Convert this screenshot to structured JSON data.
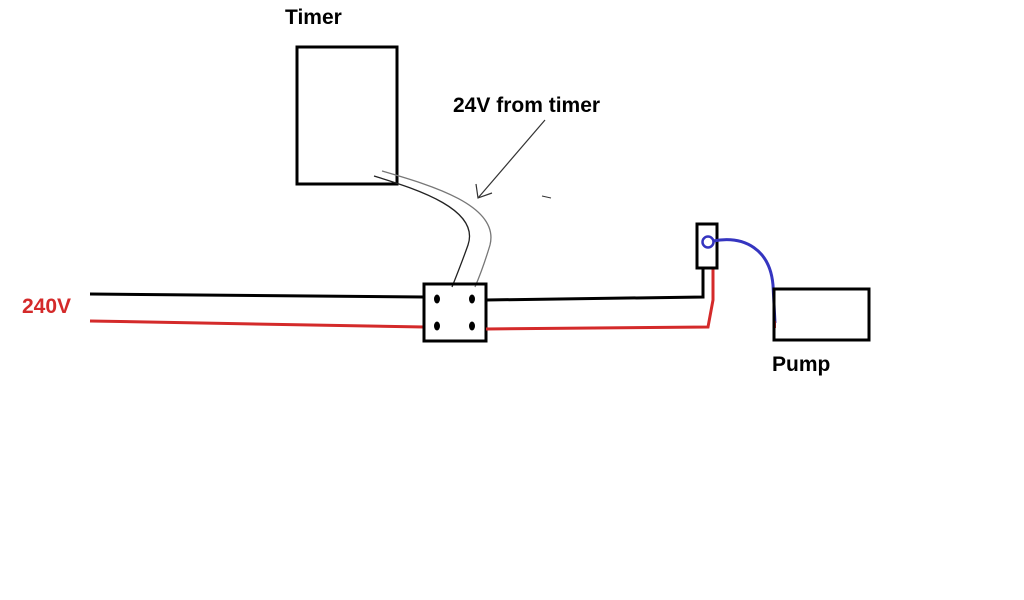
{
  "labels": {
    "timer": "Timer",
    "from_timer": "24V from timer",
    "supply": "240V",
    "pump": "Pump"
  },
  "colors": {
    "live": "#d42a2a",
    "neutral": "#000000",
    "pump_lead": "#3535c0",
    "control_wire": "#777777"
  }
}
